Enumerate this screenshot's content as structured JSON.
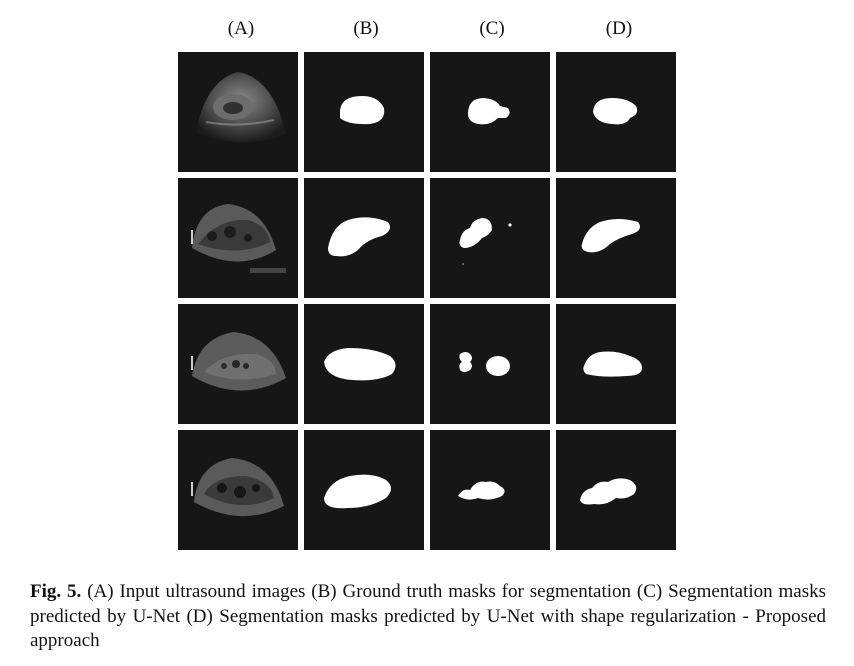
{
  "figure": {
    "column_labels": [
      "(A)",
      "(B)",
      "(C)",
      "(D)"
    ],
    "rows": [
      {
        "ultrasound": "ultrasound-image",
        "ground_truth": "ground-truth-mask",
        "unet": "unet-mask",
        "proposed": "proposed-mask"
      },
      {
        "ultrasound": "ultrasound-image",
        "ground_truth": "ground-truth-mask",
        "unet": "unet-mask",
        "proposed": "proposed-mask"
      },
      {
        "ultrasound": "ultrasound-image",
        "ground_truth": "ground-truth-mask",
        "unet": "unet-mask",
        "proposed": "proposed-mask"
      },
      {
        "ultrasound": "ultrasound-image",
        "ground_truth": "ground-truth-mask",
        "unet": "unet-mask",
        "proposed": "proposed-mask"
      }
    ],
    "colors": {
      "background": "#161616",
      "mask": "#ffffff"
    }
  },
  "caption": {
    "label": "Fig. 5.",
    "text": " (A) Input ultrasound images (B) Ground truth masks for segmentation (C) Segmentation masks predicted by U-Net (D) Segmentation masks predicted by U-Net with shape regularization - Proposed approach"
  }
}
